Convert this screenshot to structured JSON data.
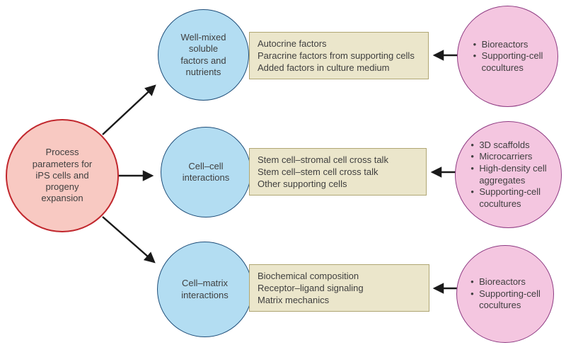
{
  "figure": {
    "root": {
      "label": "Process\nparameters for\niPS cells and\nprogeny\nexpansion"
    },
    "rows": [
      {
        "parameter": "Well-mixed\nsoluble\nfactors and\nnutrients",
        "details": [
          "Autocrine factors",
          "Paracrine factors from supporting cells",
          "Added factors in culture medium"
        ],
        "methods": [
          "Bioreactors",
          "Supporting-cell\ncocultures"
        ]
      },
      {
        "parameter": "Cell–cell\ninteractions",
        "details": [
          "Stem cell–stromal cell cross talk",
          "Stem cell–stem cell cross talk",
          "Other supporting cells"
        ],
        "methods": [
          "3D scaffolds",
          "Microcarriers",
          "High-density cell\naggregates",
          "Supporting-cell\ncocultures"
        ]
      },
      {
        "parameter": "Cell–matrix\ninteractions",
        "details": [
          "Biochemical composition",
          "Receptor–ligand signaling",
          "Matrix mechanics"
        ],
        "methods": [
          "Bioreactors",
          "Supporting-cell\ncocultures"
        ]
      }
    ],
    "colors": {
      "root_fill": "#f8c9c2",
      "root_border": "#c1272d",
      "parameter_fill": "#b3ddf2",
      "parameter_border": "#1f4e79",
      "detail_fill": "#ebe6cb",
      "detail_border": "#b0a673",
      "method_fill": "#f4c6e0",
      "method_border": "#8e3a82",
      "arrow": "#1a1a1a",
      "text": "#3f3f3f"
    }
  }
}
